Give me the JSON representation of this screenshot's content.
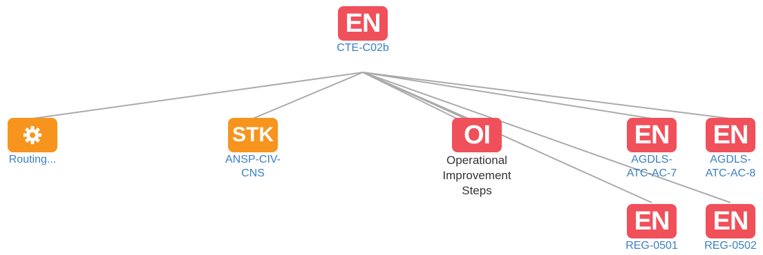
{
  "colors": {
    "entity_red": "#f0505a",
    "element_orange": "#f7941e",
    "link_blue": "#3a7fc1",
    "edge_gray": "#aaaaaa"
  },
  "root": {
    "badge": "EN",
    "label": "CTE-C02b"
  },
  "children": {
    "routing": {
      "icon": "gear-icon",
      "label": "Routing..."
    },
    "stakeholder": {
      "badge": "STK",
      "label": "ANSP-CIV-\nCNS"
    },
    "oi": {
      "badge": "OI",
      "label": "Operational\nImprovement\nSteps"
    },
    "agdls7": {
      "badge": "EN",
      "label": "AGDLS-\nATC-AC-7"
    },
    "agdls8": {
      "badge": "EN",
      "label": "AGDLS-\nATC-AC-8"
    },
    "reg0501": {
      "badge": "EN",
      "label": "REG-0501"
    },
    "reg0502": {
      "badge": "EN",
      "label": "REG-0502"
    }
  }
}
